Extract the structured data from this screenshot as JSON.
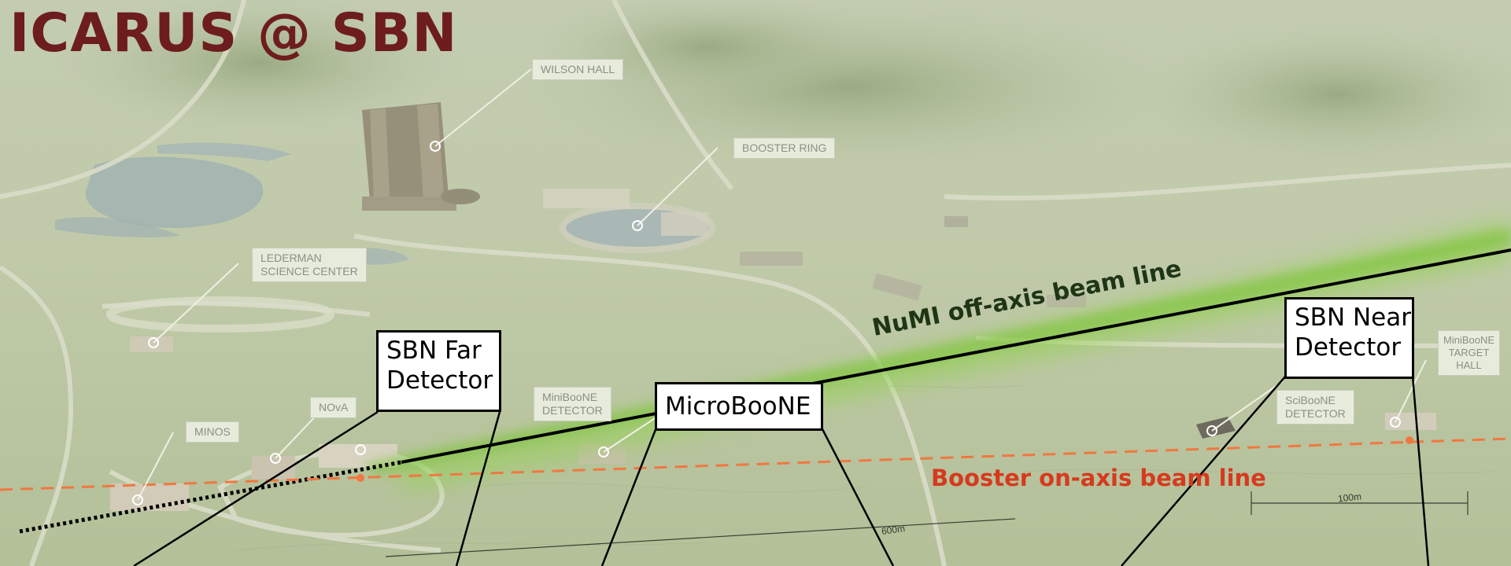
{
  "title": "ICARUS @ SBN",
  "colors": {
    "title": "#6d1d1d",
    "numi_label": "#1f3616",
    "booster_label": "#d63a1e",
    "booster_line": "#f07840",
    "numi_glow": "#8fd24a",
    "box_border": "#000000"
  },
  "site_labels": {
    "wilson_hall": "WILSON HALL",
    "booster_ring": "BOOSTER RING",
    "lederman": "LEDERMAN\nSCIENCE CENTER",
    "nova": "NOvA",
    "minos": "MINOS",
    "miniboone_detector": "MiniBooNE\nDETECTOR",
    "sciboone_detector": "SciBooNE\nDETECTOR",
    "miniboone_target_hall": "MiniBooNE\nTARGET\nHALL"
  },
  "detectors": {
    "far": "SBN Far\nDetector",
    "microboone": "MicroBooNE",
    "near": "SBN Near\nDetector"
  },
  "beam_lines": {
    "numi": "NuMI off-axis beam line",
    "booster": "Booster on-axis beam line"
  },
  "scale": {
    "distance_600": "600m",
    "distance_100": "100m"
  }
}
